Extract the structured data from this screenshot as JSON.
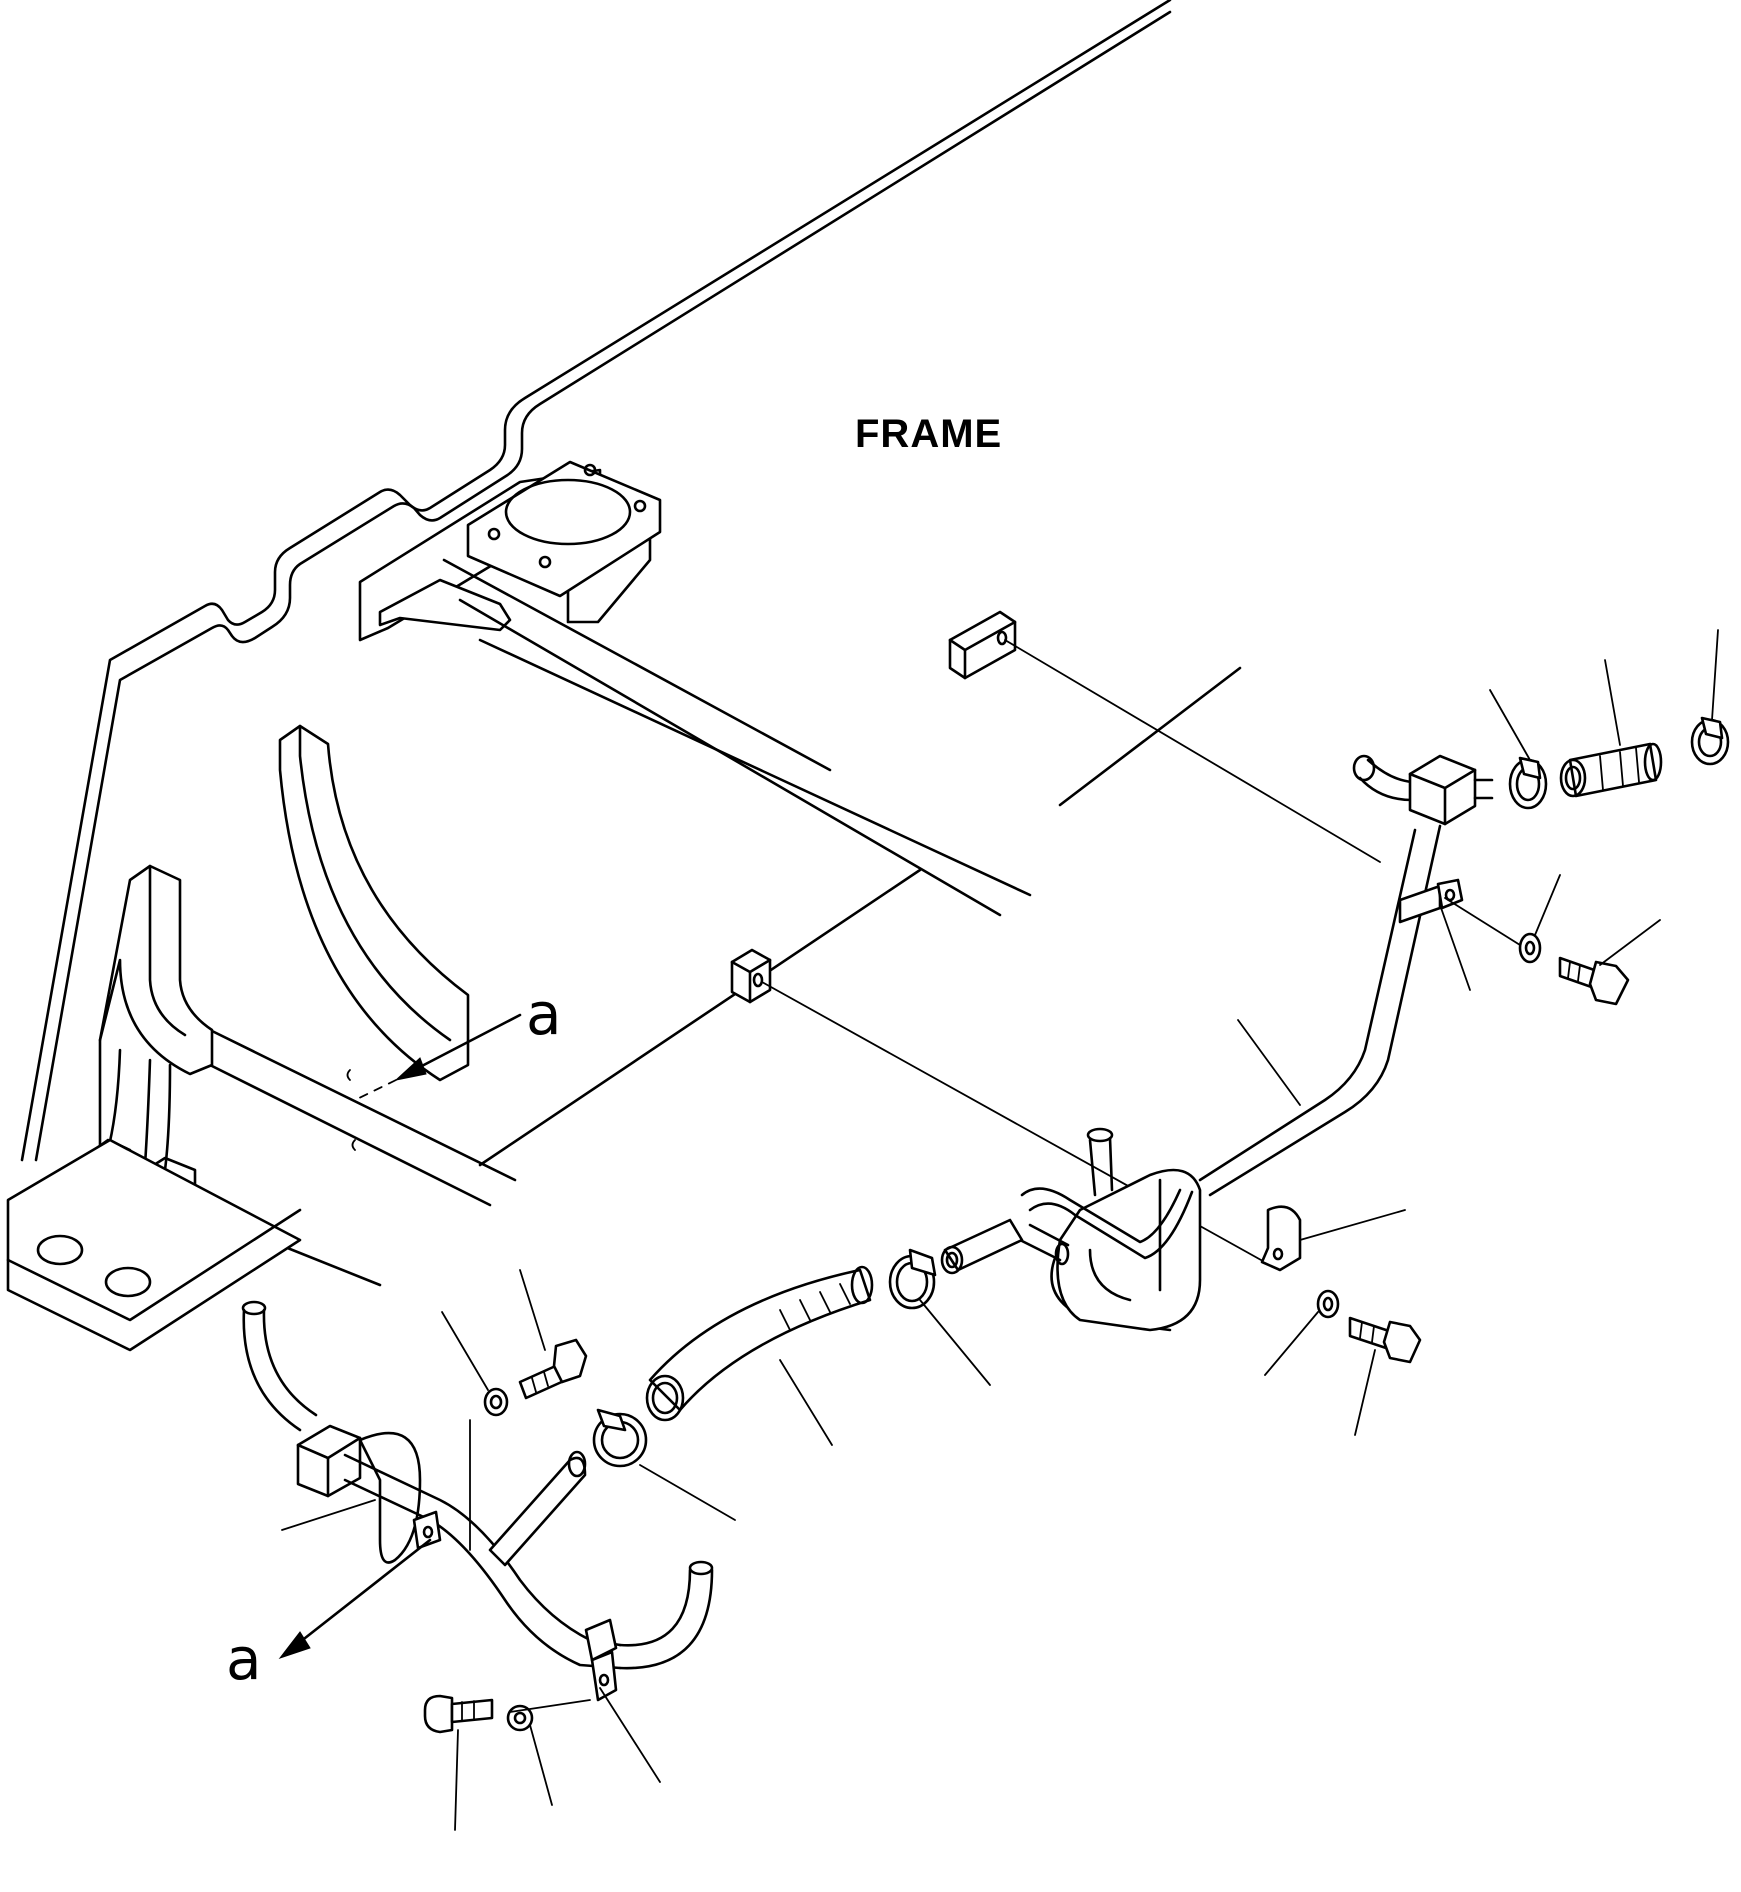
{
  "diagram": {
    "frame_label": "FRAME",
    "view_callouts": [
      "a",
      "a"
    ]
  }
}
